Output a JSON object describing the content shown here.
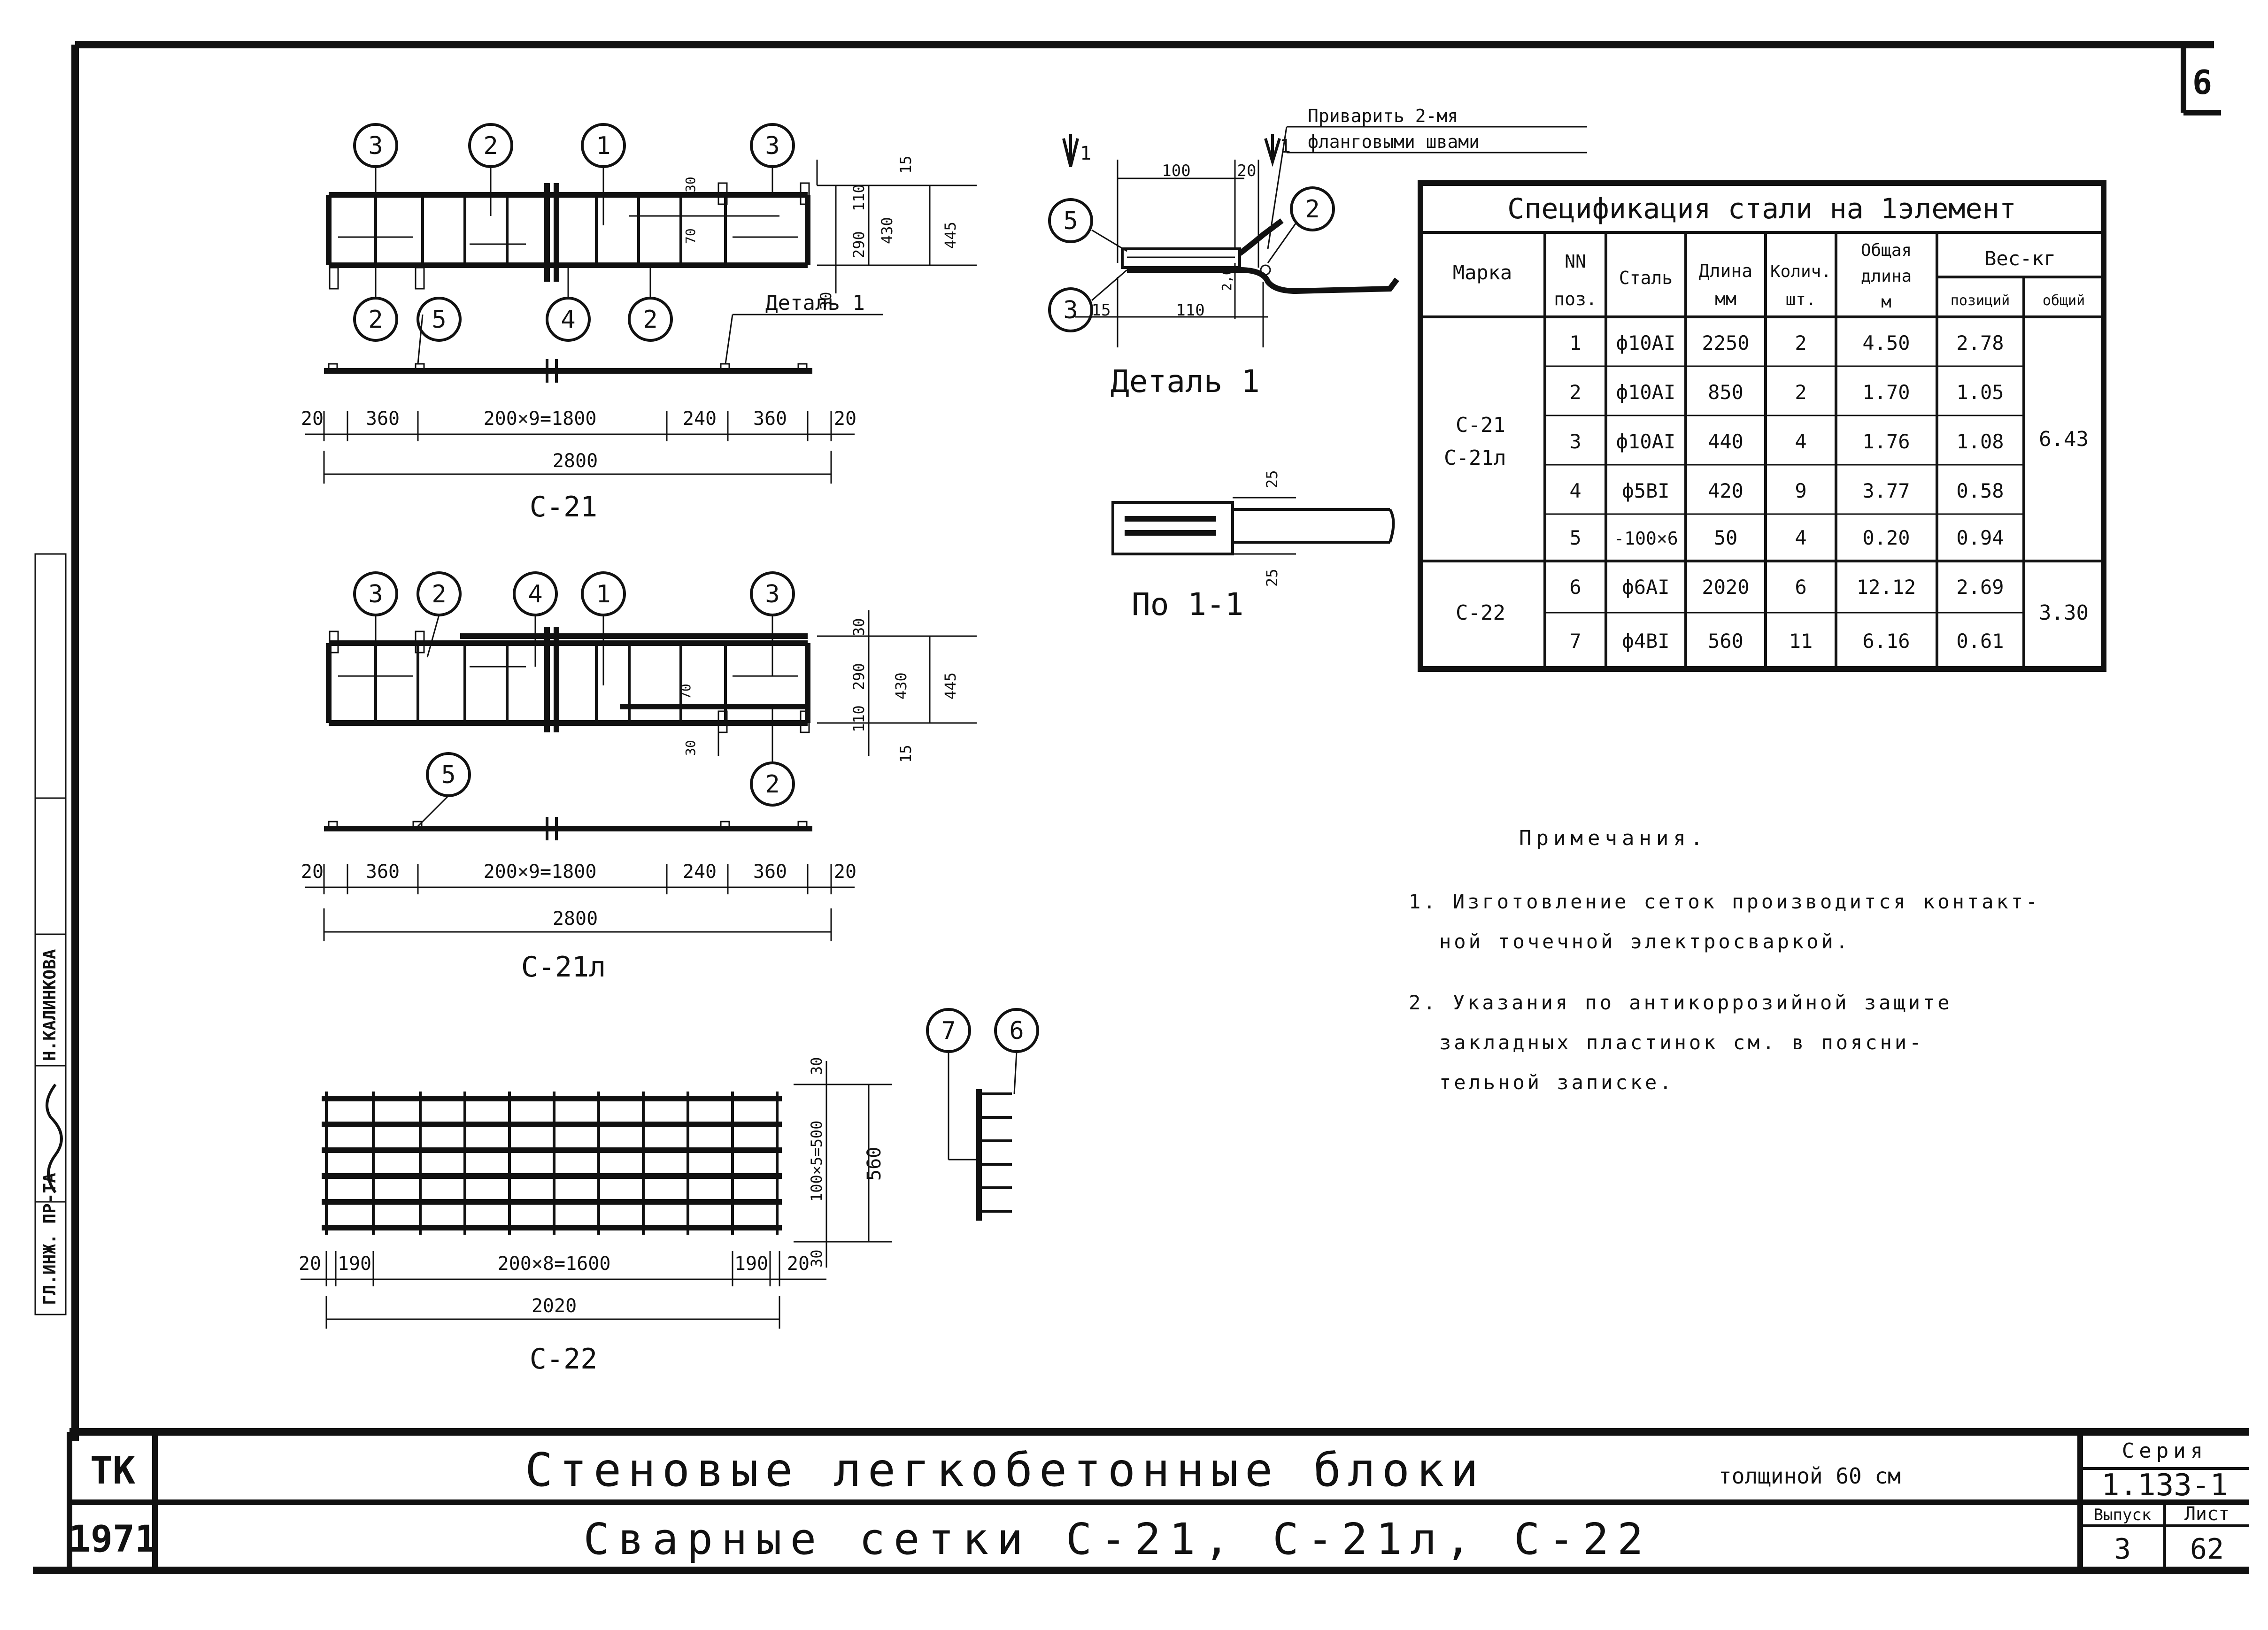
{
  "page": {
    "sheet_number": "6",
    "stamp": {
      "chief_engineer": "ГЛ.ИНЖ. ПР-ТА",
      "name": "Н.КАЛИНКОВА"
    }
  },
  "drawings": {
    "c21": {
      "title": "С-21",
      "bubble_labels_top": [
        "3",
        "2",
        "1",
        "3"
      ],
      "bubble_labels_bottom": [
        "2",
        "5",
        "4",
        "2"
      ],
      "detail_ref": "Деталь 1",
      "dims_bottom": [
        "20",
        "360",
        "200×9=1800",
        "240",
        "360",
        "20"
      ],
      "total": "2800",
      "dims_side": [
        "15",
        "110",
        "290",
        "30",
        "430",
        "445",
        "30",
        "70"
      ]
    },
    "c21a": {
      "title": "С-21л",
      "bubble_labels_top": [
        "3",
        "2",
        "4",
        "1",
        "3"
      ],
      "bubble_labels_bottom": [
        "5",
        "2"
      ],
      "dims_bottom": [
        "20",
        "360",
        "200×9=1800",
        "240",
        "360",
        "20"
      ],
      "total": "2800",
      "dims_side": [
        "30",
        "290",
        "110",
        "15",
        "430",
        "445",
        "70",
        "30"
      ]
    },
    "c22": {
      "title": "С-22",
      "bubble_labels": [
        "7",
        "6"
      ],
      "dims_bottom": [
        "20",
        "190",
        "200×8=1600",
        "190",
        "20"
      ],
      "total": "2020",
      "dims_side": [
        "30",
        "100×5=500",
        "30",
        "560"
      ]
    },
    "detail1": {
      "title": "Деталь 1",
      "note_line1": "Приварить 2-мя",
      "note_line2": "фланговыми швами",
      "dims": [
        "100",
        "20",
        "15",
        "110",
        "2,0",
        "1",
        "1"
      ],
      "bubbles": [
        "5",
        "3",
        "2"
      ]
    },
    "section11": {
      "title": "По 1-1",
      "dims": [
        "25",
        "25"
      ]
    }
  },
  "spec_table": {
    "title": "Спецификация стали на 1элемент",
    "headers": {
      "marka": "Марка",
      "pos": [
        "NN",
        "поз."
      ],
      "steel": "Сталь",
      "length": [
        "Длина",
        "мм"
      ],
      "qty": [
        "Колич.",
        "шт."
      ],
      "total_len": [
        "Общая",
        "длина",
        "м"
      ],
      "weight": "Вес-кг",
      "w_pos": "позиций",
      "w_total": "общий"
    },
    "group1": {
      "marks": [
        "С-21",
        "С-21л"
      ],
      "weight_total": "6.43",
      "rows": [
        {
          "pos": "1",
          "steel": "ф10АI",
          "len": "2250",
          "qty": "2",
          "total": "4.50",
          "w": "2.78"
        },
        {
          "pos": "2",
          "steel": "ф10АI",
          "len": "850",
          "qty": "2",
          "total": "1.70",
          "w": "1.05"
        },
        {
          "pos": "3",
          "steel": "ф10АI",
          "len": "440",
          "qty": "4",
          "total": "1.76",
          "w": "1.08"
        },
        {
          "pos": "4",
          "steel": "ф5ВI",
          "len": "420",
          "qty": "9",
          "total": "3.77",
          "w": "0.58"
        },
        {
          "pos": "5",
          "steel": "-100×6",
          "len": "50",
          "qty": "4",
          "total": "0.20",
          "w": "0.94"
        }
      ]
    },
    "group2": {
      "marks": [
        "С-22"
      ],
      "weight_total": "3.30",
      "rows": [
        {
          "pos": "6",
          "steel": "ф6АI",
          "len": "2020",
          "qty": "6",
          "total": "12.12",
          "w": "2.69"
        },
        {
          "pos": "7",
          "steel": "ф4ВI",
          "len": "560",
          "qty": "11",
          "total": "6.16",
          "w": "0.61"
        }
      ]
    }
  },
  "notes": {
    "title": "Примечания.",
    "n1_line1": "1. Изготовление сеток производится контакт-",
    "n1_line2": "ной точечной электросваркой.",
    "n2_line1": "2. Указания по антикоррозийной защите",
    "n2_line2": "закладных пластинок см. в поясни-",
    "n2_line3": "тельной записке."
  },
  "title_block": {
    "org": "ТК",
    "year": "1971",
    "title_main": "Стеновые легкобетонные блоки",
    "title_thick": "толщиной 60 см",
    "subtitle": "Сварные сетки С-21, С-21л, С-22",
    "series_label": "Серия",
    "series": "1.133-1",
    "issue_label": "Выпуск",
    "issue": "3",
    "sheet_label": "Лист",
    "sheet": "62"
  }
}
